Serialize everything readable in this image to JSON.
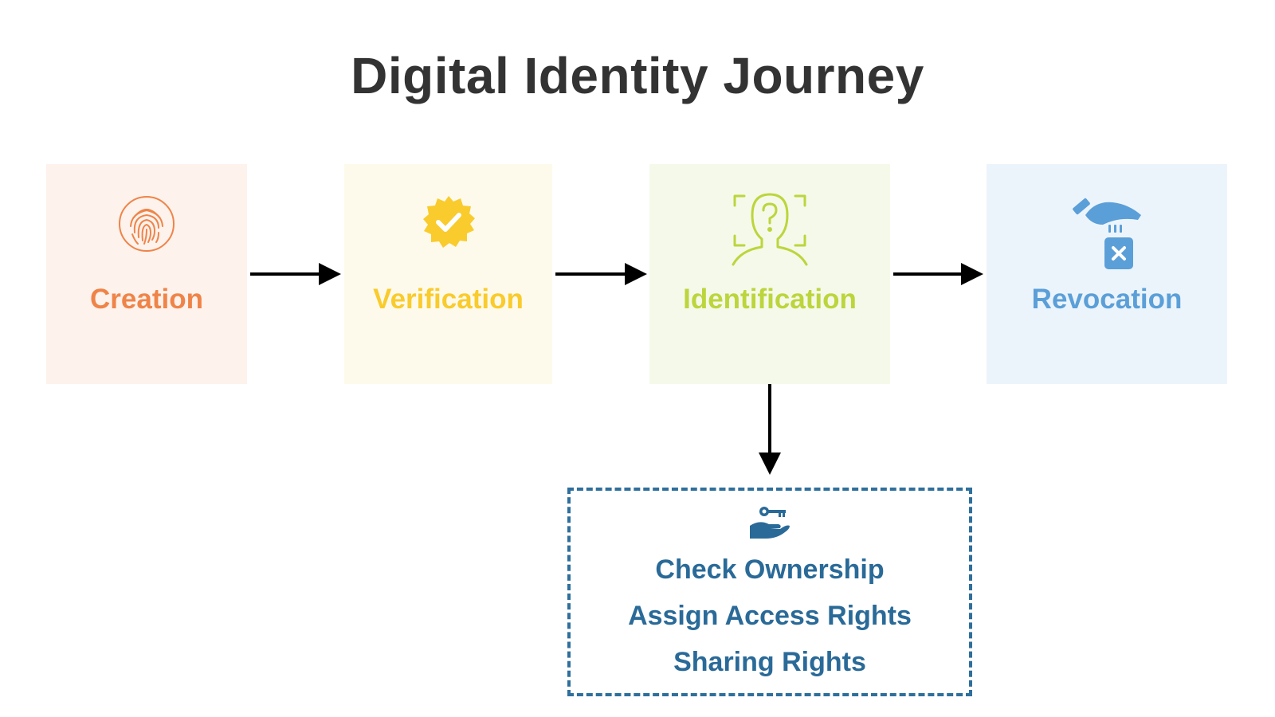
{
  "title": "Digital Identity Journey",
  "steps": [
    {
      "label": "Creation",
      "icon": "fingerprint-icon",
      "color": "#ef8448",
      "background": "#fdf2ec"
    },
    {
      "label": "Verification",
      "icon": "verified-badge-icon",
      "color": "#f9cb2c",
      "background": "#fefaeb"
    },
    {
      "label": "Identification",
      "icon": "face-scan-icon",
      "color": "#bcd53c",
      "background": "#f5f9ea"
    },
    {
      "label": "Revocation",
      "icon": "hand-revoke-card-icon",
      "color": "#5b9fd8",
      "background": "#ecf4fb"
    }
  ],
  "identification_details": {
    "icon": "hand-key-icon",
    "color": "#2a6a98",
    "items": [
      "Check Ownership",
      "Assign Access Rights",
      "Sharing Rights"
    ]
  }
}
